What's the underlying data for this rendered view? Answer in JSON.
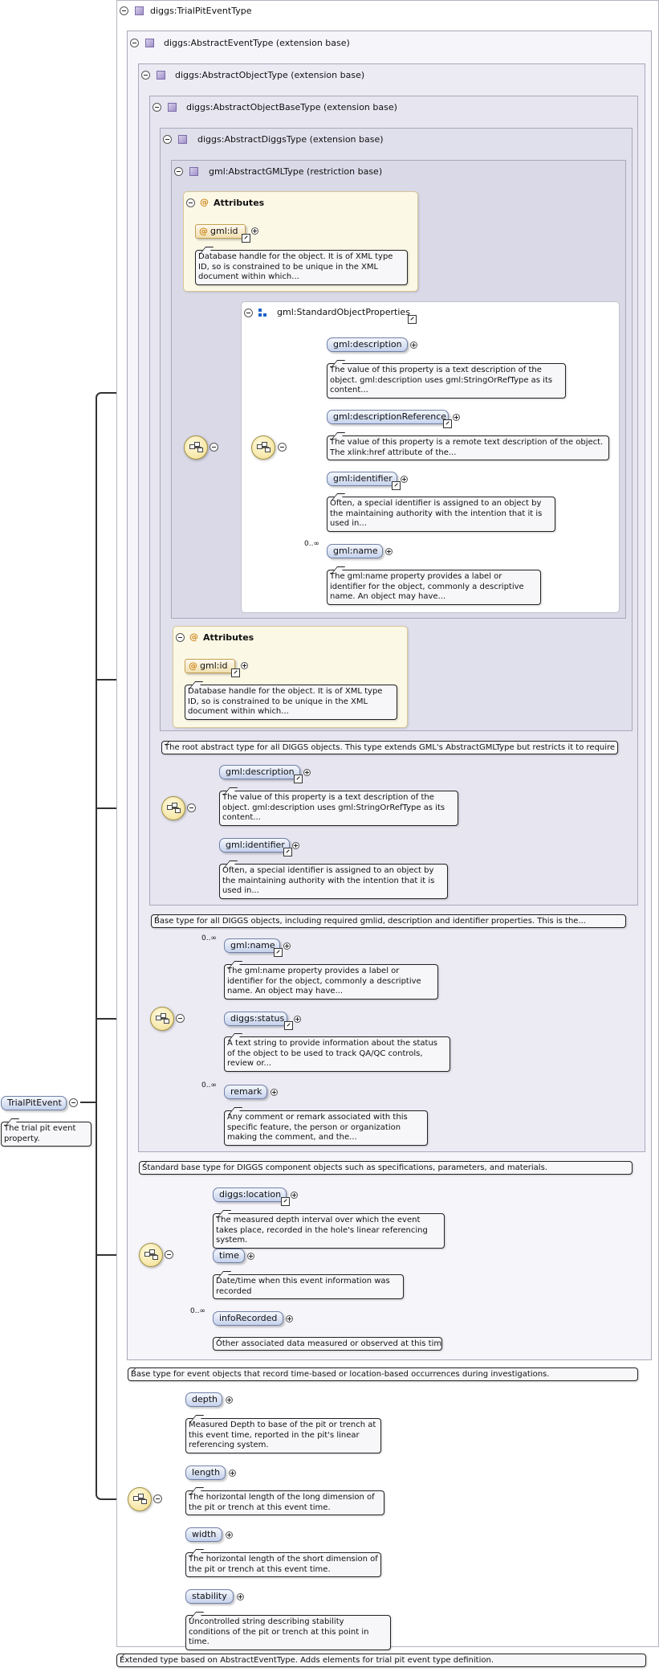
{
  "root": {
    "label": "TrialPitEvent",
    "doc": "The trial pit event property."
  },
  "type": {
    "label": "diggs:TrialPitEventType",
    "doc": "Extended type based on AbstractEventType. Adds elements for trial pit event type definition."
  },
  "abstract_event": {
    "label": "diggs:AbstractEventType (extension base)",
    "doc": "Base type for event objects that record time-based or location-based occurrences during investigations."
  },
  "abstract_object": {
    "label": "diggs:AbstractObjectType (extension base)",
    "doc": "Standard base type for DIGGS component objects such as specifications, parameters, and materials."
  },
  "abstract_object_base": {
    "label": "diggs:AbstractObjectBaseType (extension base)",
    "doc": "Base type for all DIGGS objects, including required gmlid, description and identifier properties. This is the..."
  },
  "abstract_diggs": {
    "label": "diggs:AbstractDiggsType (extension base)",
    "doc": "The root abstract type for all DIGGS objects. This type extends GML's AbstractGMLType but restricts it to require a..."
  },
  "abstract_gml": {
    "label": "gml:AbstractGMLType (restriction base)"
  },
  "attributes_label": "Attributes",
  "gml_attr": {
    "label": "gml:id",
    "doc": "Database handle for the object. It is of XML type ID, so is constrained to be unique in the XML document within which..."
  },
  "std_props": {
    "label": "gml:StandardObjectProperties"
  },
  "unbounded": "0..∞",
  "gml_description": {
    "label": "gml:description",
    "doc": "The value of this property is a text description of the object. gml:description uses gml:StringOrRefType as its content..."
  },
  "gml_description_ref": {
    "label": "gml:descriptionReference",
    "doc": "The value of this property is a remote text description of the object. The xlink:href attribute of the..."
  },
  "gml_identifier": {
    "label": "gml:identifier",
    "doc": "Often, a special identifier is assigned to an object by the maintaining authority with the intention that it is used in..."
  },
  "gml_name": {
    "label": "gml:name",
    "doc": "The gml:name property provides a label or identifier for the object, commonly a descriptive name. An object may have..."
  },
  "diggs_status": {
    "label": "diggs:status",
    "doc": "A text string to provide information about the status of the object to be used to track QA/QC controls, review or..."
  },
  "remark": {
    "label": "remark",
    "doc": "Any comment or remark associated with this specific feature, the person or organization making the comment, and the..."
  },
  "diggs_location": {
    "label": "diggs:location",
    "doc": "The measured depth interval over which the event takes place, recorded in the hole's linear referencing system."
  },
  "time": {
    "label": "time",
    "doc": "Date/time when this event information was recorded"
  },
  "info_recorded": {
    "label": "infoRecorded",
    "doc": "Other associated data measured or observed at this time"
  },
  "depth": {
    "label": "depth",
    "doc": "Measured Depth to base of the pit or trench at this event time, reported in the pit's linear referencing system."
  },
  "length": {
    "label": "length",
    "doc": "The horizontal length of the long dimension of the pit or trench at this event time."
  },
  "width": {
    "label": "width",
    "doc": "The horizontal length of the short dimension of the pit or trench at this event time."
  },
  "stability": {
    "label": "stability",
    "doc": "Uncontrolled string describing stability conditions of the pit or trench at this point in time."
  }
}
